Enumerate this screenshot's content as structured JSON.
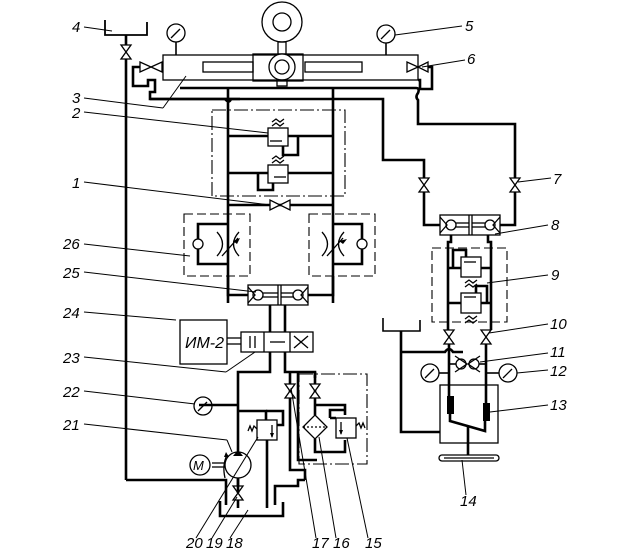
{
  "figure": {
    "type": "hydraulic schematic",
    "components": [
      {
        "id": "1",
        "label": "1",
        "kind": "shut-off valve (throttle)"
      },
      {
        "id": "2",
        "label": "2",
        "kind": "pressure relief valve"
      },
      {
        "id": "3",
        "label": "3",
        "kind": "steering cylinder"
      },
      {
        "id": "4",
        "label": "4",
        "kind": "drain tank"
      },
      {
        "id": "5",
        "label": "5",
        "kind": "pressure gauge"
      },
      {
        "id": "6",
        "label": "6",
        "kind": "valve"
      },
      {
        "id": "7",
        "label": "7",
        "kind": "valve"
      },
      {
        "id": "8",
        "label": "8",
        "kind": "hydraulic lock"
      },
      {
        "id": "9",
        "label": "9",
        "kind": "relief valves block"
      },
      {
        "id": "10",
        "label": "10",
        "kind": "valve"
      },
      {
        "id": "11",
        "label": "11",
        "kind": "check valves"
      },
      {
        "id": "12",
        "label": "12",
        "kind": "pressure gauge"
      },
      {
        "id": "13",
        "label": "13",
        "kind": "manual pump"
      },
      {
        "id": "14",
        "label": "14",
        "kind": "steering wheel"
      },
      {
        "id": "15",
        "label": "15",
        "kind": "bypass valve"
      },
      {
        "id": "16",
        "label": "16",
        "kind": "filter"
      },
      {
        "id": "17",
        "label": "17",
        "kind": "valve"
      },
      {
        "id": "18",
        "label": "18",
        "kind": "tank"
      },
      {
        "id": "19",
        "label": "19",
        "kind": "valve"
      },
      {
        "id": "20",
        "label": "20",
        "kind": "safety valve"
      },
      {
        "id": "21",
        "label": "21",
        "kind": "pump"
      },
      {
        "id": "22",
        "label": "22",
        "kind": "pressure gauge"
      },
      {
        "id": "23",
        "label": "23",
        "kind": "directional valve"
      },
      {
        "id": "24",
        "label": "24",
        "kind": "actuator"
      },
      {
        "id": "25",
        "label": "25",
        "kind": "hydraulic lock"
      },
      {
        "id": "26",
        "label": "26",
        "kind": "throttle with check valve"
      }
    ],
    "actuator_text": "ИМ-2",
    "motor_text": "M"
  }
}
